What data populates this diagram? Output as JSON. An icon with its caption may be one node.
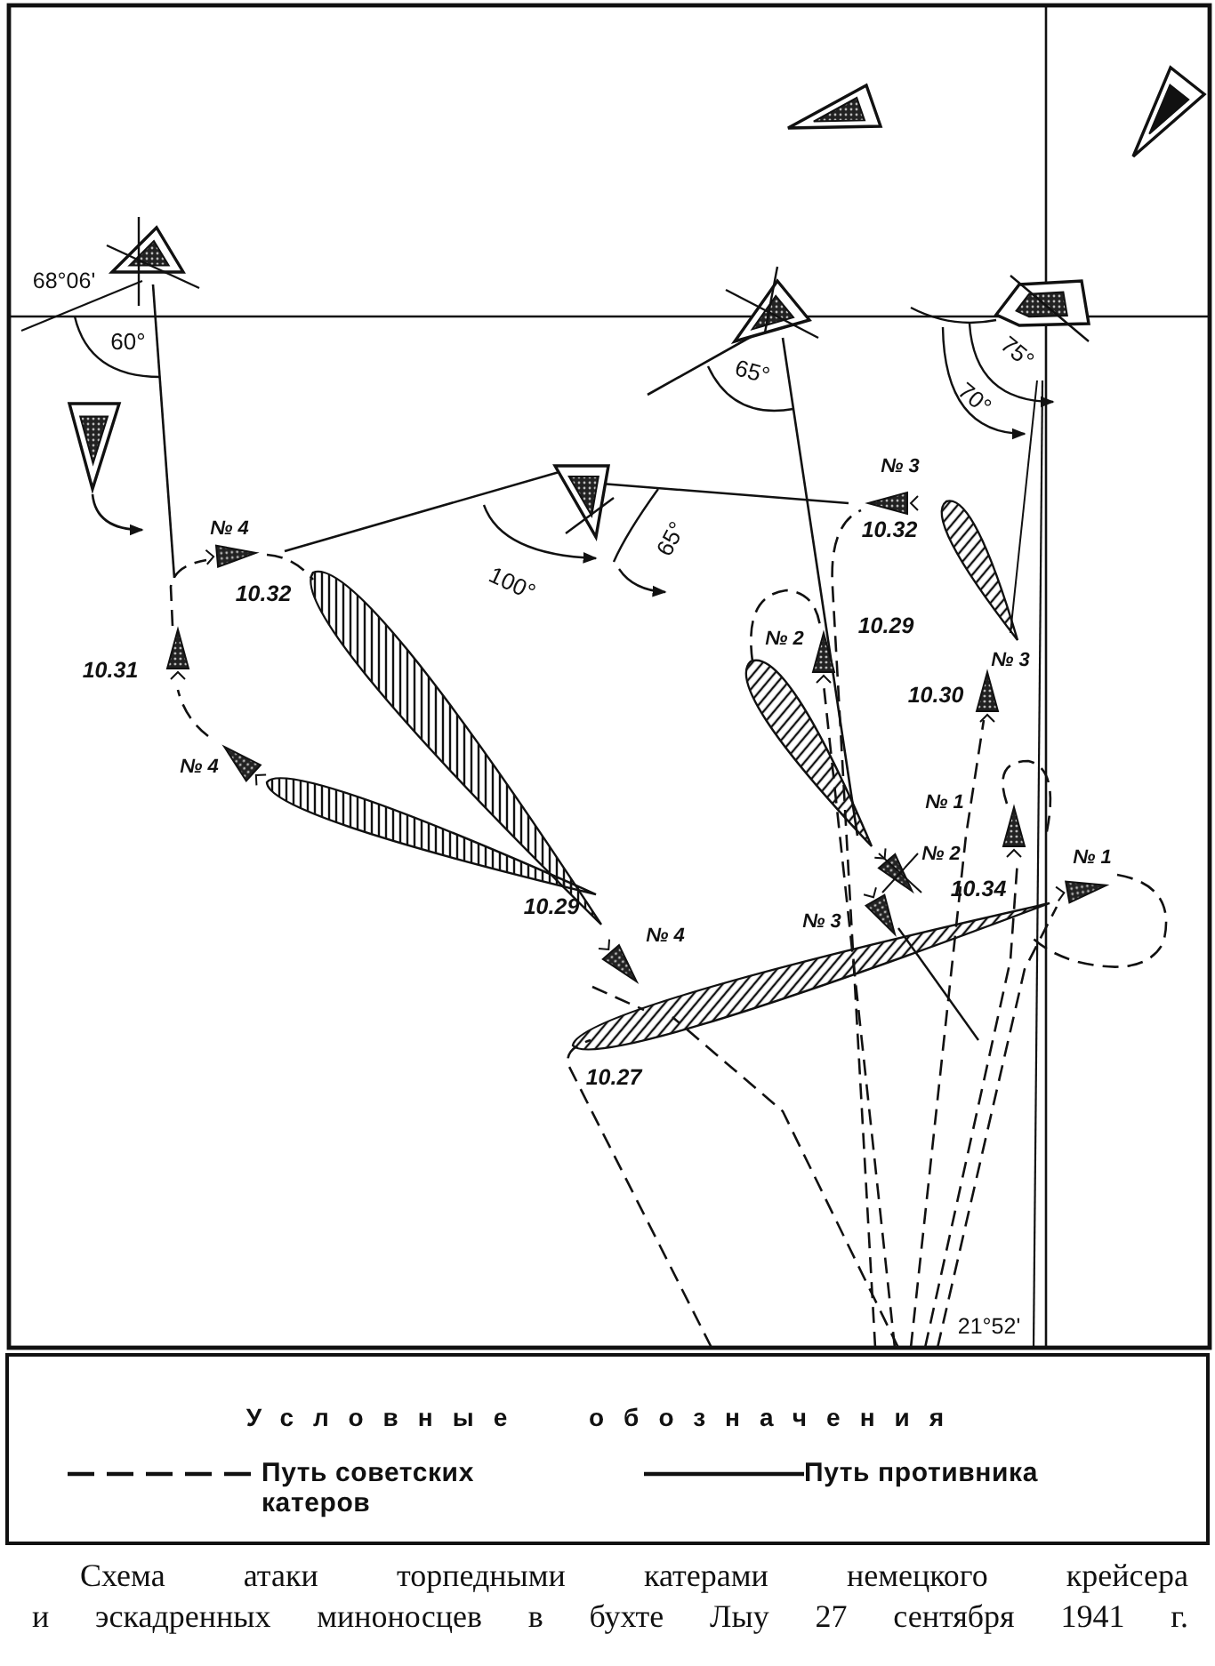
{
  "diagram": {
    "caption": "Схема атаки торпедными катерами немецкого крейсера и эскадренных миноносцев в бухте Лыу 27 сентября 1941 г.",
    "labels": [
      "68°06'",
      "60°",
      "65°",
      "75°",
      "70°",
      "№ 3",
      "№ 4",
      "100°",
      "65°",
      "10.32",
      "10.32",
      "10.29",
      "№ 2",
      "10.31",
      "10.30",
      "№ 3",
      "№ 4",
      "№ 1",
      "№ 2",
      "№ 1",
      "10.34",
      "10.29",
      "№ 3",
      "№ 4",
      "10.27",
      "21°52'",
      "Условные обозначения"
    ],
    "legend": [
      {
        "text": "Путь советских катеров"
      },
      {
        "text": "Путь противника"
      }
    ]
  }
}
